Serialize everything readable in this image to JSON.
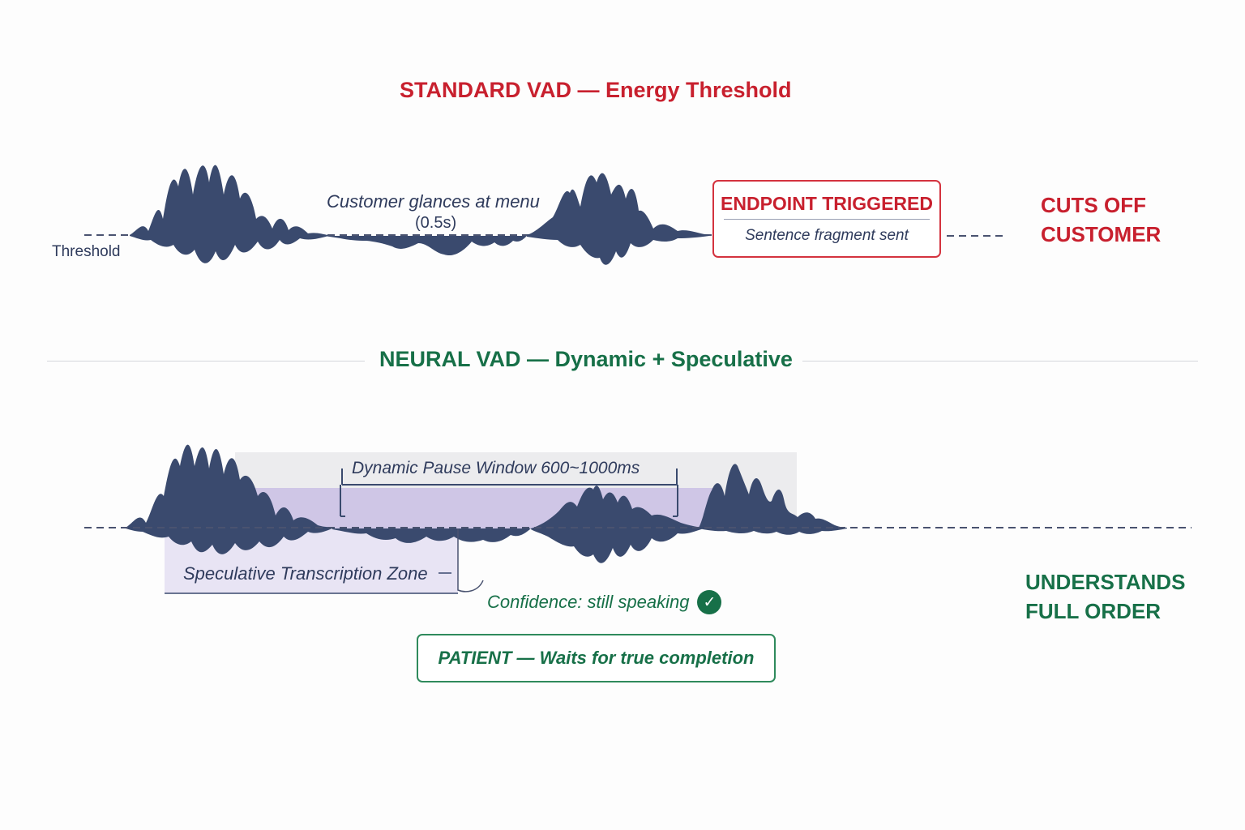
{
  "standard": {
    "title": "STANDARD VAD — Energy Threshold",
    "threshold_label": "Threshold",
    "pause_label": "Customer glances at menu",
    "pause_duration": "(0.5s)",
    "endpoint_title": "ENDPOINT TRIGGERED",
    "endpoint_subtitle": "Sentence fragment sent",
    "outcome_line1": "CUTS OFF",
    "outcome_line2": "CUSTOMER"
  },
  "neural": {
    "title": "NEURAL VAD — Dynamic + Speculative",
    "pause_window_label": "Dynamic Pause Window 600~1000ms",
    "speculative_label": "Speculative Transcription Zone",
    "confidence_label": "Confidence: still speaking",
    "patient_label": "PATIENT — Waits for true completion",
    "outcome_line1": "UNDERSTANDS",
    "outcome_line2": "FULL ORDER"
  },
  "icons": {
    "check": "check-circle-icon"
  },
  "colors": {
    "standard_accent": "#c8202e",
    "neural_accent": "#177048",
    "waveform": "#3a4a6e",
    "pause_window_fill": "#cfc6e6",
    "speculative_fill": "#e8e4f4"
  }
}
